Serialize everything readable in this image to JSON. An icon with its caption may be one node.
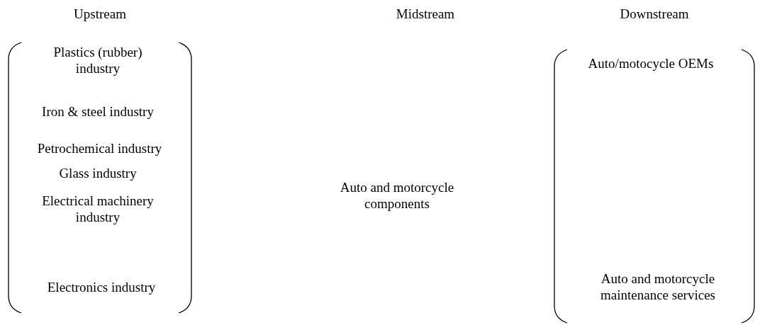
{
  "diagram": {
    "nodes": [
      {
        "text": [
          "Upstream"
        ]
      },
      {
        "text": [
          "Plastics (rubber) industry"
        ],
        "in": 0
      },
      {
        "text": [
          "Iron & steel industry"
        ],
        "in": 0
      },
      {
        "text": [
          "Petrochemical industry"
        ],
        "in": 0
      },
      {
        "text": [
          "Glass industry"
        ],
        "in": 0
      },
      {
        "text": [
          "Electrical machinery industry"
        ],
        "in": 0
      },
      {
        "text": [
          "Electronics industry"
        ],
        "in": 0
      },
      {
        "text": [
          "Downstream"
        ]
      },
      {
        "text": [
          "Auto/motocycle OEMs"
        ],
        "in": 7
      },
      {
        "text": [
          "Auto and motorcycle maintenance services"
        ],
        "in": 7
      }
    ],
    "edges": [],
    "labels": [
      "Midstream",
      "Auto and motorcycle components"
    ]
  }
}
